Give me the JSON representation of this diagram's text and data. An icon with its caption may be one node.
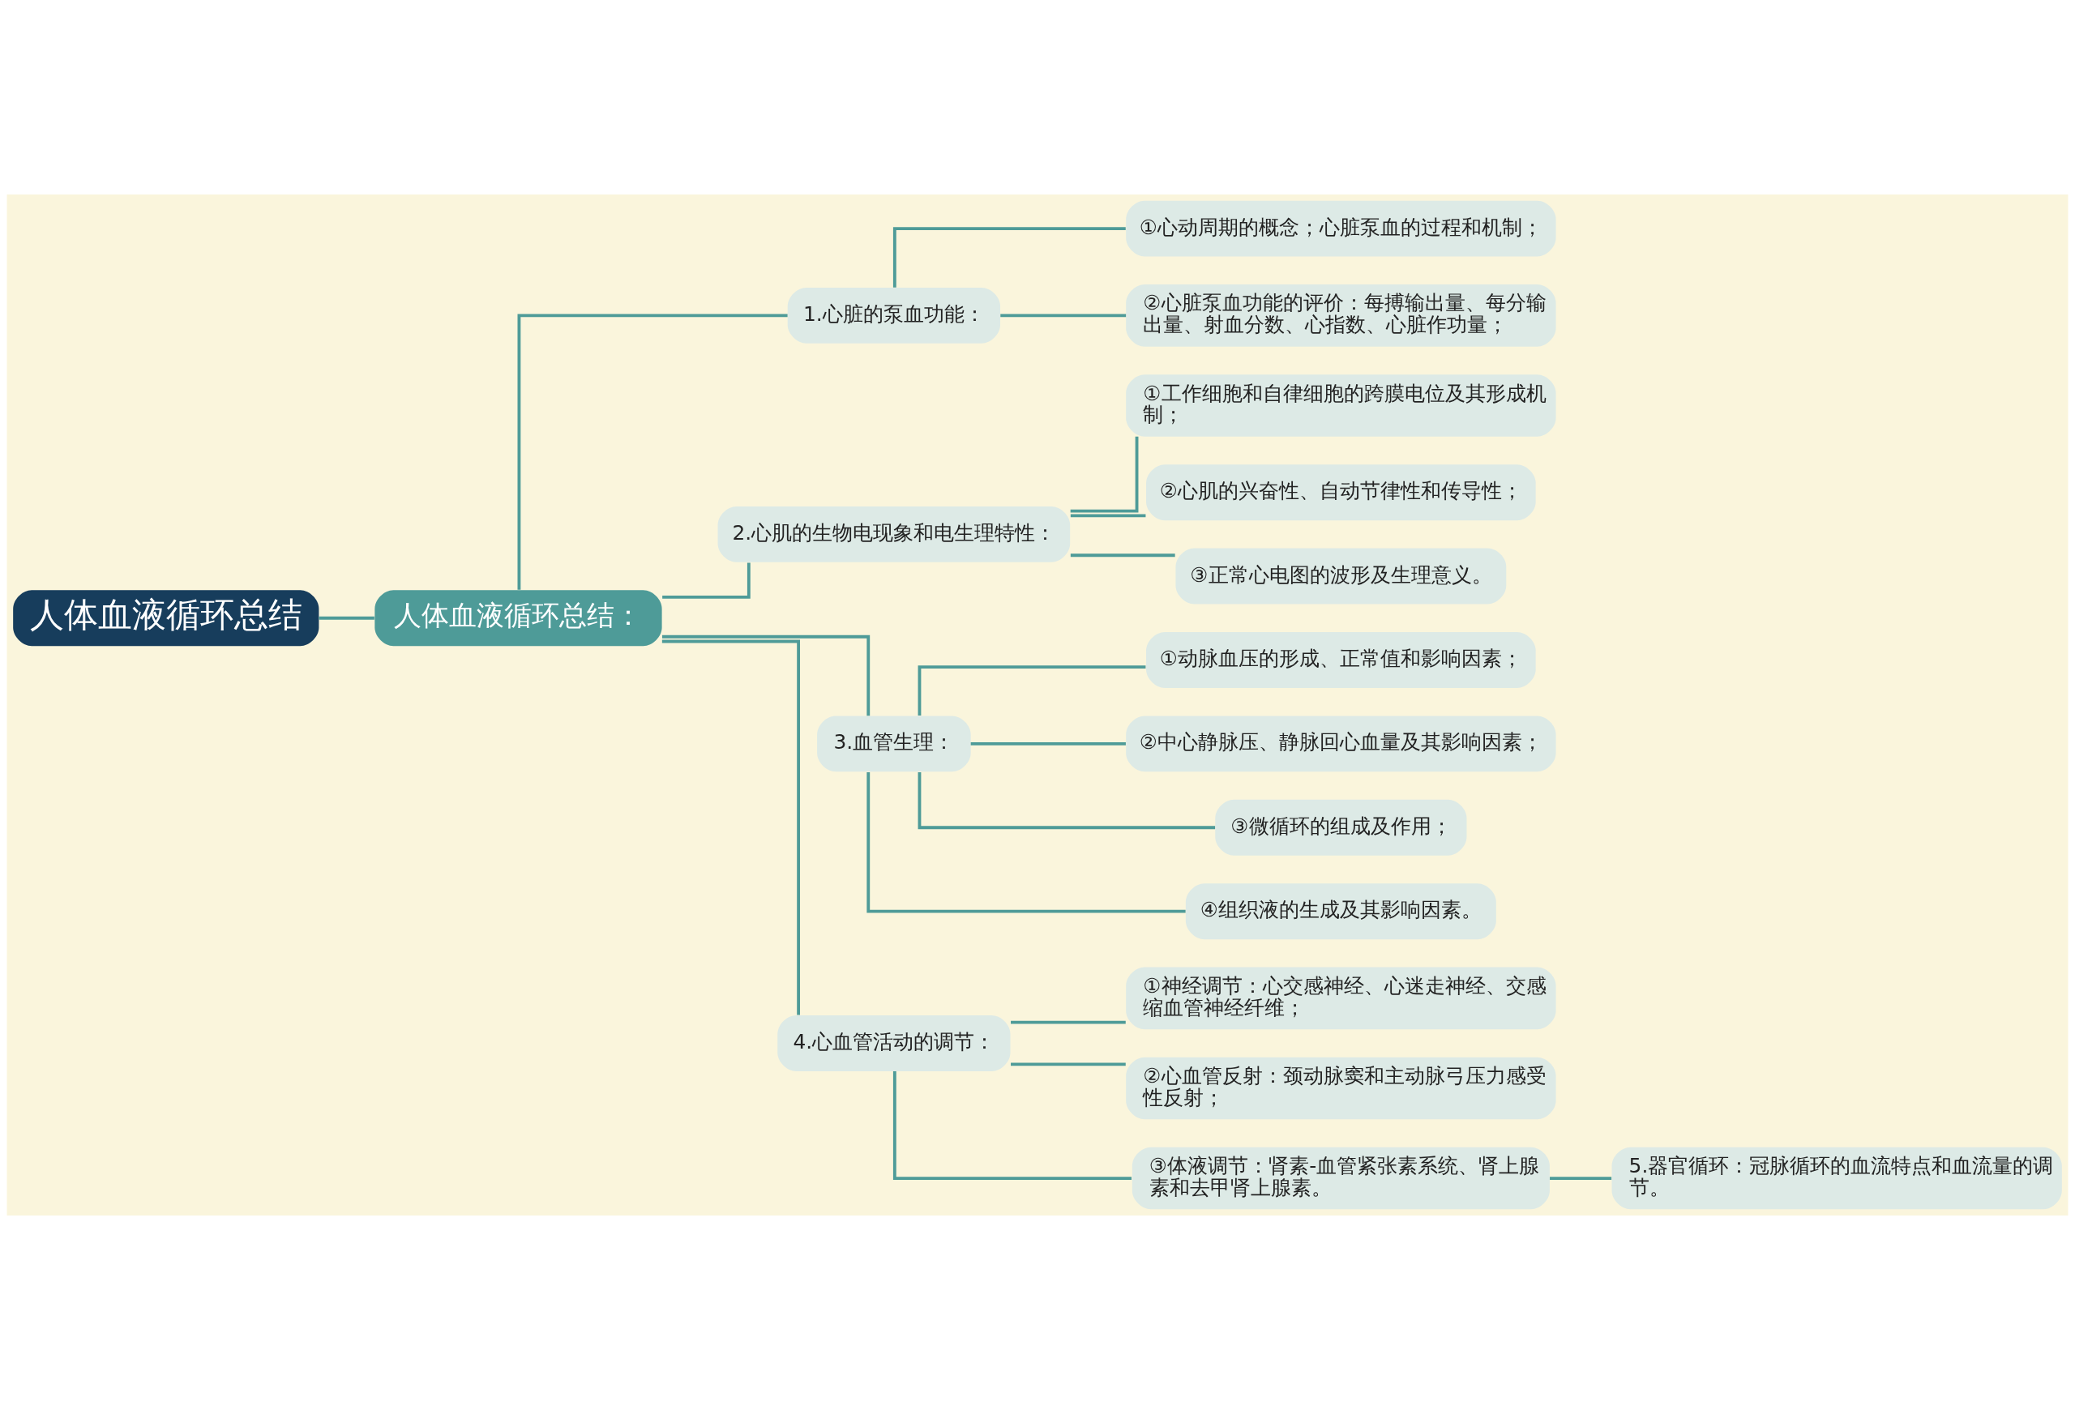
{
  "diagram": {
    "nodes": [
      {
        "text": [
          "人体血液循环总结"
        ]
      },
      {
        "text": [
          "人体血液循环总结："
        ]
      },
      {
        "text": [
          "1.心脏的泵血功能："
        ]
      },
      {
        "text": [
          "①心动周期的概念；心脏泵血的过程和机制；"
        ]
      },
      {
        "text": [
          "②心脏泵血功能的评价：每搏输出量、每分输出量、射血分数、心指数、心脏作功量；"
        ]
      },
      {
        "text": [
          "2.心肌的生物电现象和电生理特性："
        ]
      },
      {
        "text": [
          "①工作细胞和自律细胞的跨膜电位及其形成机制；"
        ]
      },
      {
        "text": [
          "②心肌的兴奋性、自动节律性和传导性；"
        ]
      },
      {
        "text": [
          "③正常心电图的波形及生理意义。"
        ]
      },
      {
        "text": [
          "3.血管生理："
        ]
      },
      {
        "text": [
          "①动脉血压的形成、正常值和影响因素；"
        ]
      },
      {
        "text": [
          "②中心静脉压、静脉回心血量及其影响因素；"
        ]
      },
      {
        "text": [
          "③微循环的组成及作用；"
        ]
      },
      {
        "text": [
          "④组织液的生成及其影响因素。"
        ]
      },
      {
        "text": [
          "4.心血管活动的调节："
        ]
      },
      {
        "text": [
          "①神经调节：心交感神经、心迷走神经、交感缩血管神经纤维；"
        ]
      },
      {
        "text": [
          "②心血管反射：颈动脉窦和主动脉弓压力感受性反射；"
        ]
      },
      {
        "text": [
          "③体液调节：肾素-血管紧张素系统、肾上腺素和去甲肾上腺素。"
        ]
      },
      {
        "text": [
          "5.器官循环：冠脉循环的血流特点和血流量的调节。"
        ]
      }
    ],
    "edges": [
      {
        "from": 0,
        "to": 1,
        "arrow": "none"
      },
      {
        "from": 1,
        "to": 2,
        "arrow": "none"
      },
      {
        "from": 2,
        "to": 3,
        "arrow": "none"
      },
      {
        "from": 2,
        "to": 4,
        "arrow": "none"
      },
      {
        "from": 1,
        "to": 5,
        "arrow": "none"
      },
      {
        "from": 5,
        "to": 6,
        "arrow": "none"
      },
      {
        "from": 5,
        "to": 7,
        "arrow": "none"
      },
      {
        "from": 5,
        "to": 8,
        "arrow": "none"
      },
      {
        "from": 1,
        "to": 9,
        "arrow": "none"
      },
      {
        "from": 9,
        "to": 10,
        "arrow": "none"
      },
      {
        "from": 9,
        "to": 11,
        "arrow": "none"
      },
      {
        "from": 9,
        "to": 12,
        "arrow": "none"
      },
      {
        "from": 9,
        "to": 13,
        "arrow": "none"
      },
      {
        "from": 1,
        "to": 14,
        "arrow": "none"
      },
      {
        "from": 14,
        "to": 15,
        "arrow": "none"
      },
      {
        "from": 14,
        "to": 16,
        "arrow": "none"
      },
      {
        "from": 14,
        "to": 17,
        "arrow": "none"
      },
      {
        "from": 17,
        "to": 18,
        "arrow": "none"
      }
    ]
  }
}
